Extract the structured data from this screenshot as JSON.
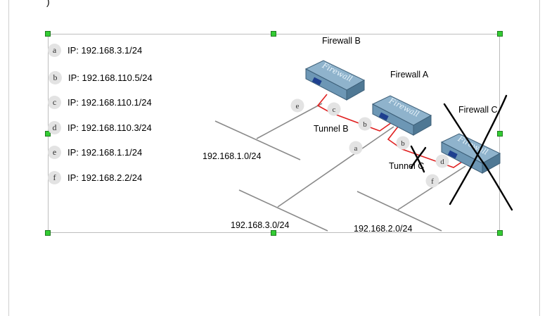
{
  "document": {
    "stray_text": ")"
  },
  "legend": [
    {
      "key": "a",
      "text": "IP: 192.168.3.1/24"
    },
    {
      "key": "b",
      "text": "IP: 192.168.110.5/24"
    },
    {
      "key": "c",
      "text": "IP: 192.168.110.1/24"
    },
    {
      "key": "d",
      "text": "IP: 192.168.110.3/24"
    },
    {
      "key": "e",
      "text": "IP: 192.168.1.1/24"
    },
    {
      "key": "f",
      "text": "IP: 192.168.2.2/24"
    }
  ],
  "diagram": {
    "firewalls": [
      {
        "label": "Firewall B",
        "device_text": "Firewall"
      },
      {
        "label": "Firewall A",
        "device_text": "Firewall"
      },
      {
        "label": "Firewall C",
        "device_text": "Firewall"
      }
    ],
    "tunnels": [
      "Tunnel B",
      "Tunnel C"
    ],
    "networks": [
      "192.168.1.0/24",
      "192.168.3.0/24",
      "192.168.2.0/24"
    ],
    "interface_markers": [
      "e",
      "c",
      "b",
      "a",
      "b",
      "d",
      "f"
    ],
    "colors": {
      "tunnel_link": "#e02020",
      "lan_line": "#888888",
      "device_top": "#8fb3cc",
      "device_side": "#5f8aa8",
      "handle": "#33cc33"
    }
  }
}
